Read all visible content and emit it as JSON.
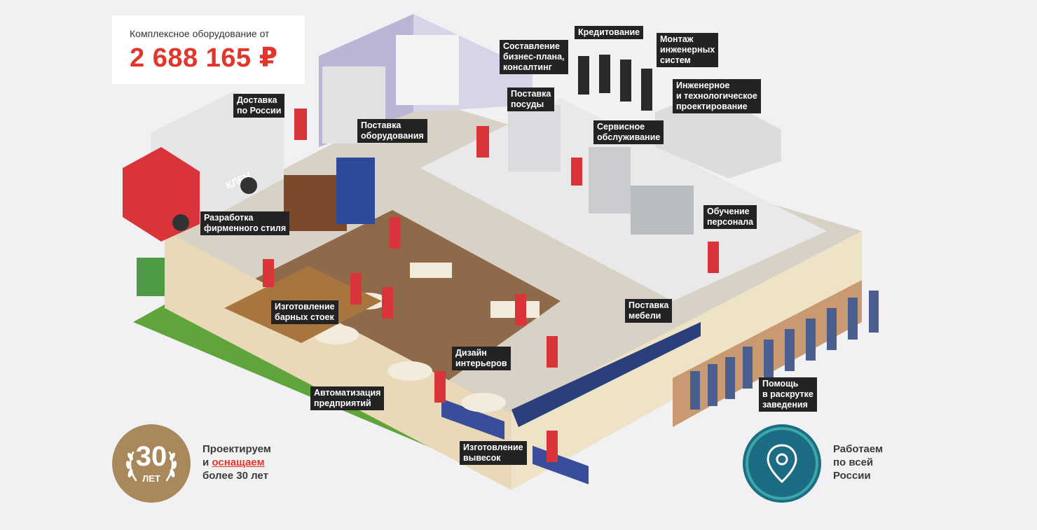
{
  "price": {
    "caption": "Комплексное оборудование от",
    "value": "2 688 165 ₽"
  },
  "truck": {
    "brand": "КЛЕН"
  },
  "callouts": {
    "delivery": [
      "Доставка",
      "по России"
    ],
    "equipment_supply": [
      "Поставка",
      "оборудования"
    ],
    "business_plan": [
      "Составление",
      "бизнес-плана,",
      "консалтинг"
    ],
    "crediting": [
      "Кредитование"
    ],
    "engineering_install": [
      "Монтаж",
      "инженерных",
      "систем"
    ],
    "engineering_design": [
      "Инженерное",
      "и технологическое",
      "проектирование"
    ],
    "dishes": [
      "Поставка",
      "посуды"
    ],
    "service": [
      "Сервисное",
      "обслуживание"
    ],
    "corporate_style": [
      "Разработка",
      "фирменного стиля"
    ],
    "training": [
      "Обучение",
      "персонала"
    ],
    "bar_counters": [
      "Изготовление",
      "барных стоек"
    ],
    "furniture": [
      "Поставка",
      "мебели"
    ],
    "interior": [
      "Дизайн",
      "интерьеров"
    ],
    "automation": [
      "Автоматизация",
      "предприятий"
    ],
    "signs": [
      "Изготовление",
      "вывесок"
    ],
    "promotion": [
      "Помощь",
      "в раскрутке",
      "заведения"
    ]
  },
  "badge_years": {
    "number": "30",
    "word": "ЛЕТ",
    "line1": "Проектируем",
    "line2_prefix": "и",
    "line2_accent": "оснащаем",
    "line3": "более 30 лет"
  },
  "badge_russia": {
    "icon": "location-pin-icon",
    "line1": "Работаем",
    "line2": "по всей",
    "line3": "России"
  },
  "colors": {
    "accent": "#e3362b",
    "badge_years": "#a9895c",
    "badge_russia": "#1c6c84",
    "tag_bg": "#232323"
  }
}
